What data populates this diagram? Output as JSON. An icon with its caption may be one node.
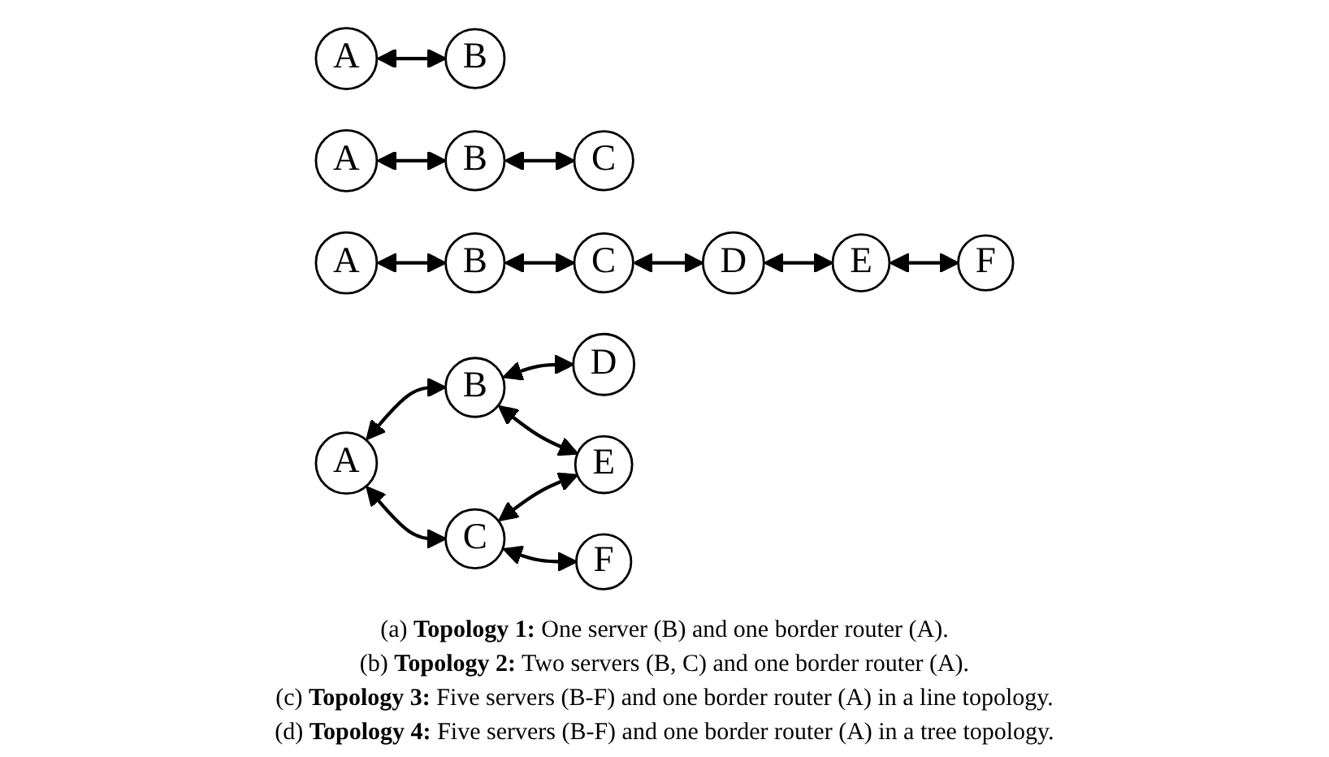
{
  "diagram": {
    "nodes": [
      {
        "text": [
          "A"
        ]
      },
      {
        "text": [
          "B"
        ]
      },
      {
        "text": [
          "A"
        ]
      },
      {
        "text": [
          "B"
        ]
      },
      {
        "text": [
          "C"
        ]
      },
      {
        "text": [
          "A"
        ]
      },
      {
        "text": [
          "B"
        ]
      },
      {
        "text": [
          "C"
        ]
      },
      {
        "text": [
          "D"
        ]
      },
      {
        "text": [
          "E"
        ]
      },
      {
        "text": [
          "F"
        ]
      },
      {
        "text": [
          "A"
        ]
      },
      {
        "text": [
          "B"
        ]
      },
      {
        "text": [
          "C"
        ]
      },
      {
        "text": [
          "D"
        ]
      },
      {
        "text": [
          "E"
        ]
      },
      {
        "text": [
          "F"
        ]
      }
    ],
    "edges": [
      {
        "from": 0,
        "to": 1,
        "arrow": "both"
      },
      {
        "from": 2,
        "to": 3,
        "arrow": "both"
      },
      {
        "from": 3,
        "to": 4,
        "arrow": "both"
      },
      {
        "from": 5,
        "to": 6,
        "arrow": "both"
      },
      {
        "from": 6,
        "to": 7,
        "arrow": "both"
      },
      {
        "from": 7,
        "to": 8,
        "arrow": "both"
      },
      {
        "from": 8,
        "to": 9,
        "arrow": "both"
      },
      {
        "from": 9,
        "to": 10,
        "arrow": "both"
      },
      {
        "from": 11,
        "to": 12,
        "arrow": "both"
      },
      {
        "from": 11,
        "to": 13,
        "arrow": "both"
      },
      {
        "from": 12,
        "to": 14,
        "arrow": "both"
      },
      {
        "from": 12,
        "to": 15,
        "arrow": "both"
      },
      {
        "from": 13,
        "to": 15,
        "arrow": "both"
      },
      {
        "from": 13,
        "to": 16,
        "arrow": "both"
      }
    ],
    "labels": [
      "(a) **Topology 1:** One server (B) and one border router (A).",
      "(b) **Topology 2:** Two servers (B, C) and one border router (A).",
      "(c) **Topology 3:** Five servers (B-F) and one border router (A) in a line topology.",
      "(d) **Topology 4:** Five servers (B-F) and one border router (A) in a tree topology."
    ]
  }
}
